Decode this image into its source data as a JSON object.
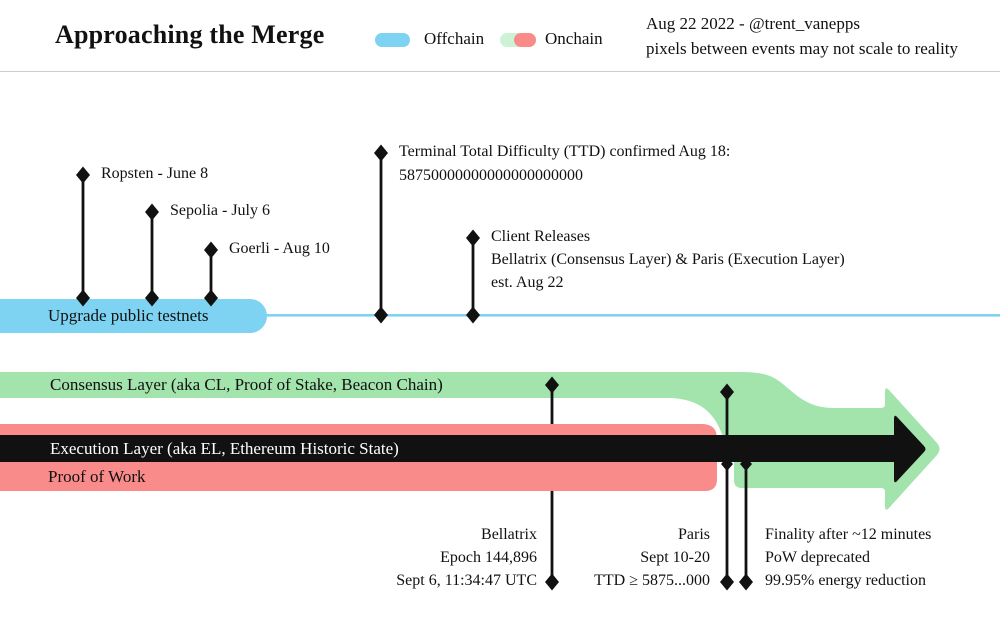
{
  "header": {
    "title": "Approaching the Merge",
    "legend": {
      "offchain_label": "Offchain",
      "onchain_label": "Onchain"
    },
    "credit_line1": "Aug 22 2022 - @trent_vanepps",
    "credit_line2": "pixels between events may not scale to reality"
  },
  "timeline_events": {
    "ropsten": {
      "label": "Ropsten - June 8"
    },
    "sepolia": {
      "label": "Sepolia - July 6"
    },
    "goerli": {
      "label": "Goerli - Aug 10"
    },
    "ttd": {
      "line1": "Terminal Total Difficulty (TTD) confirmed Aug 18:",
      "line2": "58750000000000000000000"
    },
    "client_releases": {
      "line1": "Client Releases",
      "line2": "Bellatrix (Consensus Layer) & Paris (Execution Layer)",
      "line3": "est. Aug 22"
    }
  },
  "bands": {
    "testnets_label": "Upgrade public testnets",
    "consensus_label": "Consensus Layer (aka CL, Proof of Stake, Beacon Chain)",
    "execution_label": "Execution Layer (aka EL, Ethereum Historic State)",
    "pow_label": "Proof of Work"
  },
  "annotations": {
    "bellatrix": {
      "line1": "Bellatrix",
      "line2": "Epoch 144,896",
      "line3": "Sept 6, 11:34:47 UTC"
    },
    "paris": {
      "line1": "Paris",
      "line2": "Sept 10-20",
      "line3": "TTD ≥ 5875...000"
    },
    "finality": {
      "line1": "Finality after ~12 minutes",
      "line2": "PoW deprecated",
      "line3": "99.95% energy reduction"
    }
  },
  "colors": {
    "offchain_blue": "#7ed3f2",
    "onchain_green": "#a2e4ac",
    "onchain_green_light": "#cdf2d6",
    "onchain_red": "#f98b8b",
    "ink": "#111111",
    "divider_gray": "#cccccc"
  }
}
